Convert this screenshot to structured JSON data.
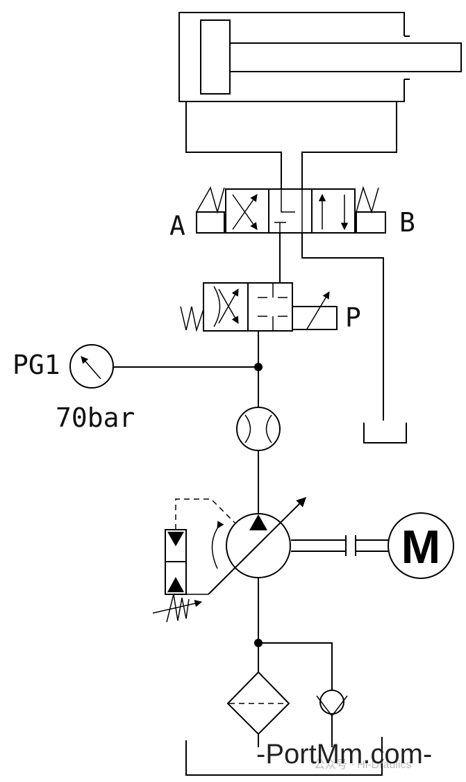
{
  "labels": {
    "port_a": "A",
    "port_b": "B",
    "port_p": "P",
    "gauge_name": "PG1",
    "gauge_value": "70bar",
    "motor": "M"
  },
  "watermark": {
    "site": "-PortMm.com-",
    "wechat": "公众号 · Hi-Draulics"
  }
}
